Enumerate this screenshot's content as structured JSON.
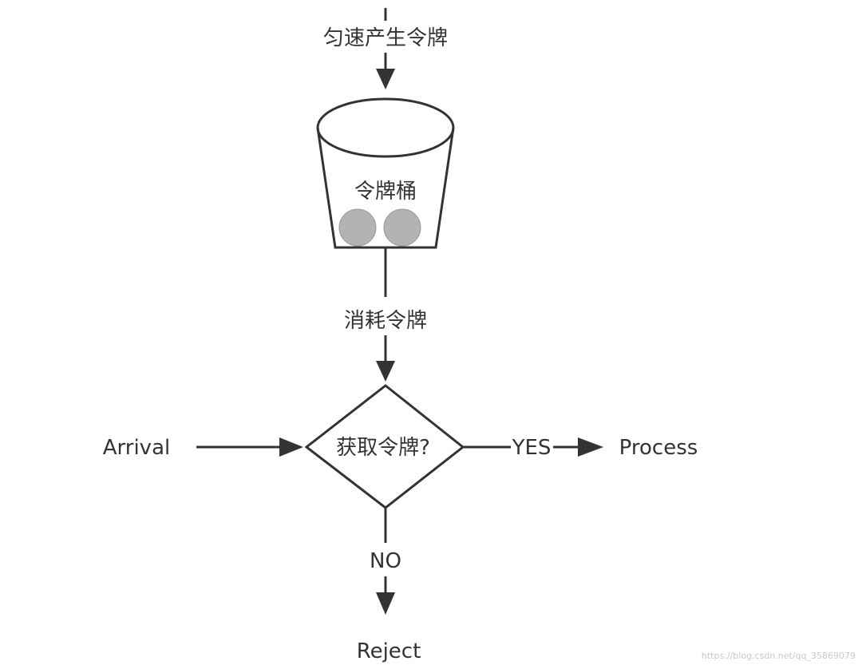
{
  "diagram": {
    "top_label": "匀速产生令牌",
    "bucket_label": "令牌桶",
    "consume_label": "消耗令牌",
    "decision_label": "获取令牌?",
    "arrival_label": "Arrival",
    "yes_label": "YES",
    "process_label": "Process",
    "no_label": "NO",
    "reject_label": "Reject",
    "token_count": 2
  },
  "watermark": "https://blog.csdn.net/qq_35869079",
  "colors": {
    "line": "#333333",
    "token": "#b3b3b3",
    "token_stroke": "#9a9a9a",
    "watermark": "#c8c8c8"
  }
}
